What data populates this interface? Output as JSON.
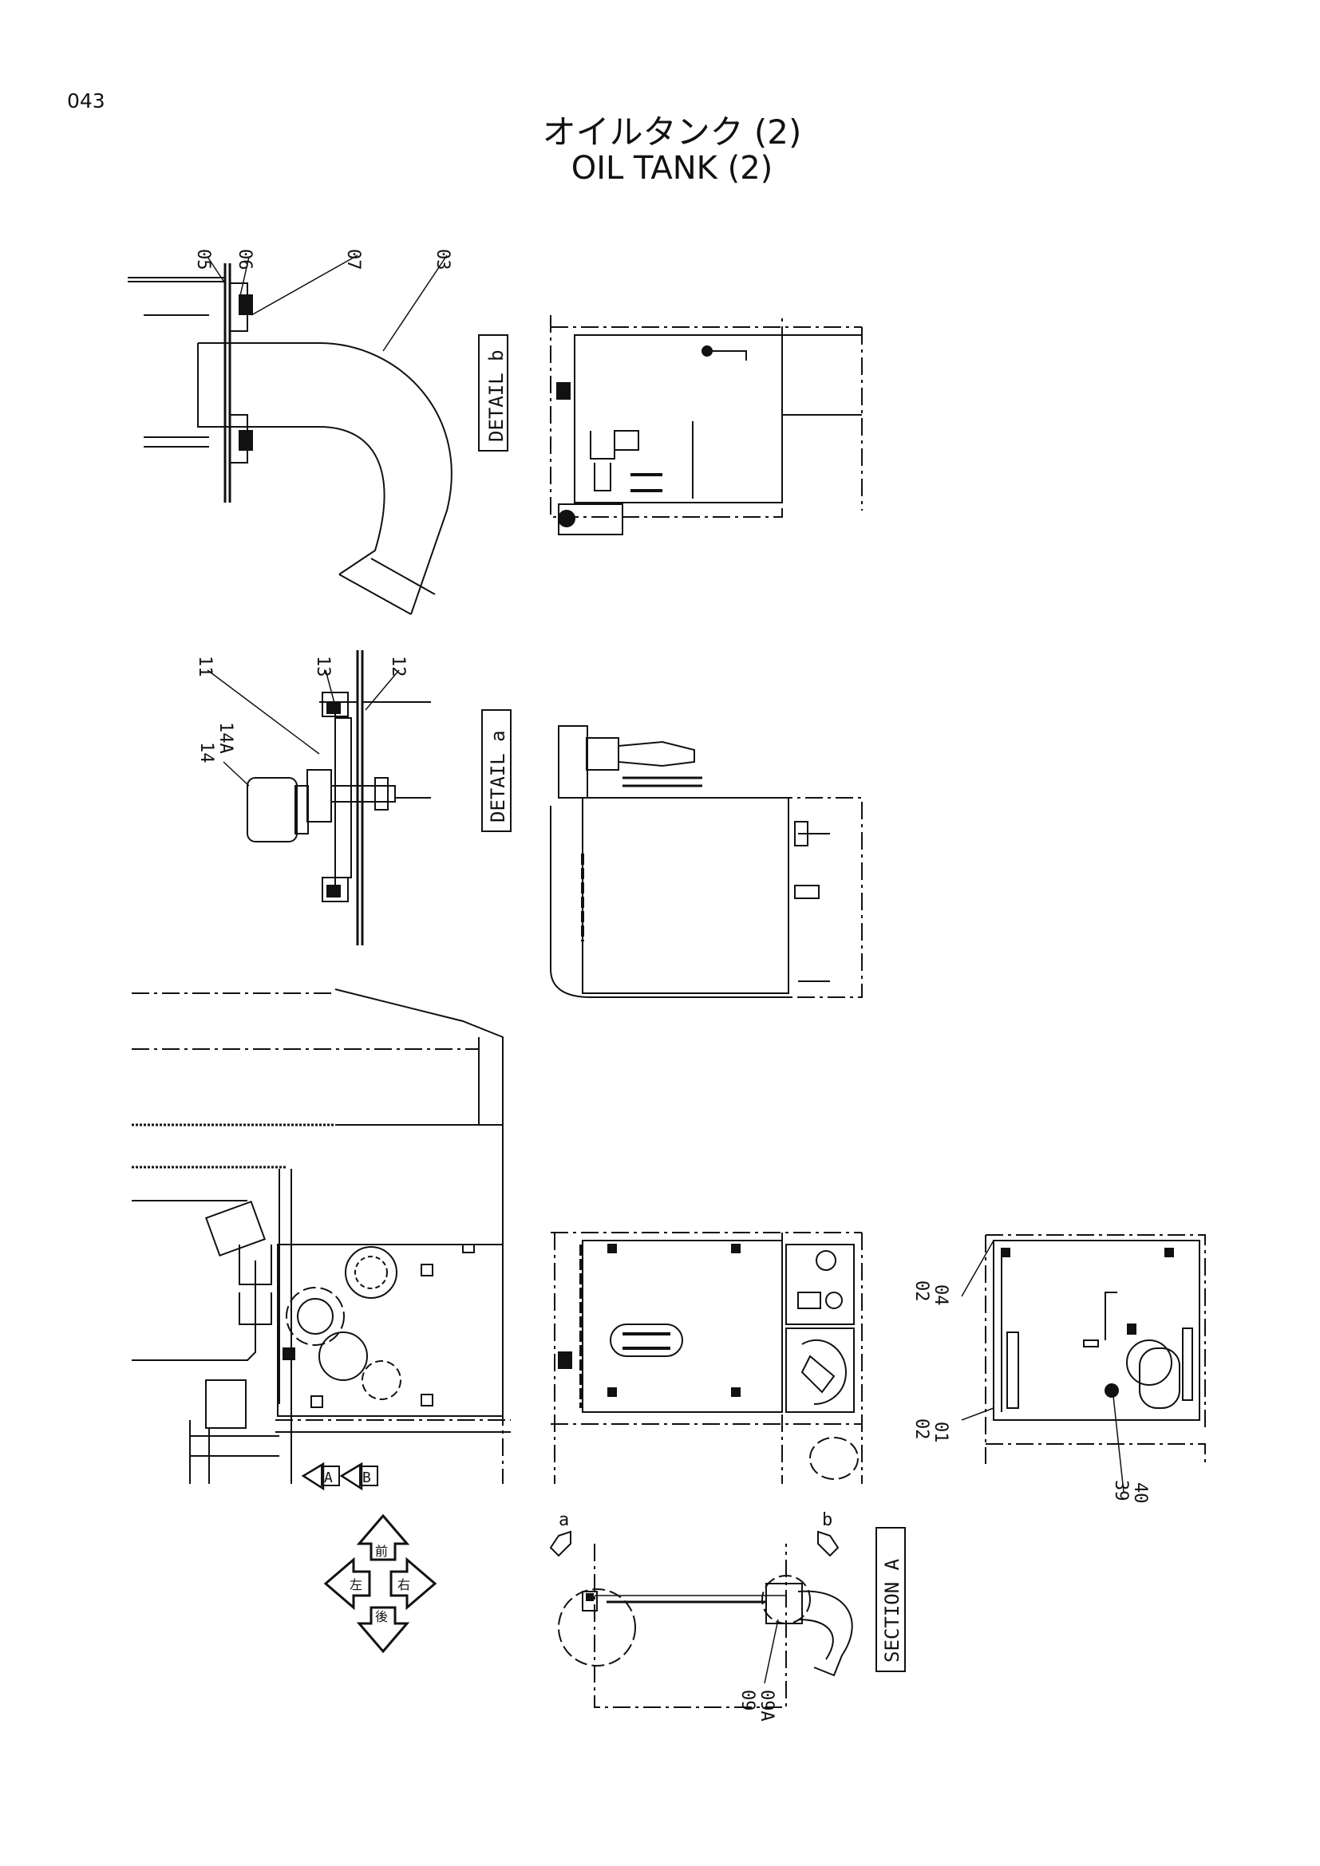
{
  "page": {
    "number": "043",
    "title_jp": "オイルタンク (2)",
    "title_en": "OIL TANK (2)"
  },
  "labels": {
    "detail_b": "DETAIL b",
    "detail_a": "DETAIL a",
    "section_a": "SECTION A",
    "arrow_a": "A",
    "arrow_b": "B",
    "dir_a": "a",
    "dir_b": "b"
  },
  "dir_marks": {
    "up": "前",
    "left": "左",
    "right": "右",
    "down": "後"
  },
  "callouts": {
    "c05": "05",
    "c06": "06",
    "c07": "07",
    "c03": "03",
    "c11": "11",
    "c13": "13",
    "c12": "12",
    "c14": "14",
    "c14a": "14A",
    "c02a": "02",
    "c04": "04",
    "c02b": "02",
    "c01": "01",
    "c39": "39",
    "c40": "40",
    "c09": "09",
    "c09a": "09A"
  }
}
